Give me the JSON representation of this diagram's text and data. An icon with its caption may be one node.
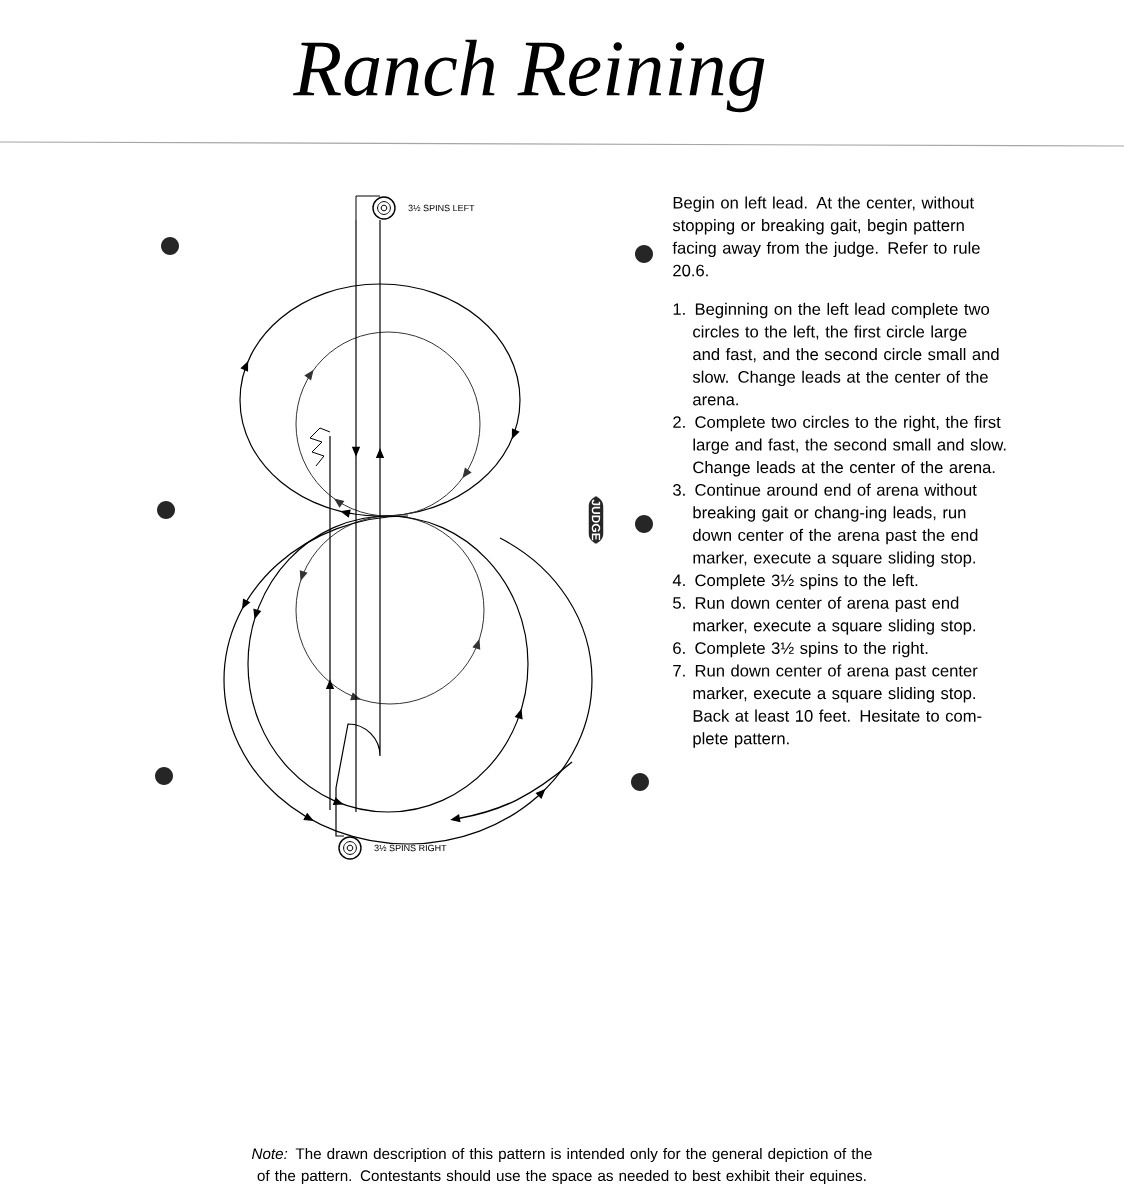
{
  "diagram": {
    "title": "Ranch Reining",
    "caption": "*Note:* The drawn description of this pattern is intended only for the general depiction of the of the pattern. Contestants should use the space as needed to best exhibit their equines.",
    "nodes": [
      {
        "text": [],
        "shape": "circle",
        "beside": [
          "3½ SPINS LEFT"
        ]
      },
      {
        "text": [
          "JUDGE"
        ]
      },
      {
        "text": [],
        "shape": "circle",
        "beside": [
          "3½ SPINS RIGHT"
        ]
      }
    ],
    "labels": [
      "Begin on left lead. At the center, without stopping or breaking gait, begin pattern facing away from the judge. Refer to rule 20.6.",
      "1. Beginning on the left lead complete two circles to the left, the first circle large and fast, and the second circle small and slow. Change leads at the center of the arena.",
      "2. Complete two circles to the right, the first large and fast, the second small and slow. Change leads at the center of the arena.",
      "3. Continue around end of arena without breaking gait or chang-ing leads, run down center of the arena past the end marker, execute a square sliding stop.",
      "4. Complete 3½ spins to the left.",
      "5. Run down center of arena past end marker, execute a square sliding stop.",
      "6. Complete 3½ spins to the right.",
      "7. Run down center of arena past center marker, execute a square sliding stop. Back at least 10 feet. Hesitate to com-plete pattern."
    ]
  }
}
